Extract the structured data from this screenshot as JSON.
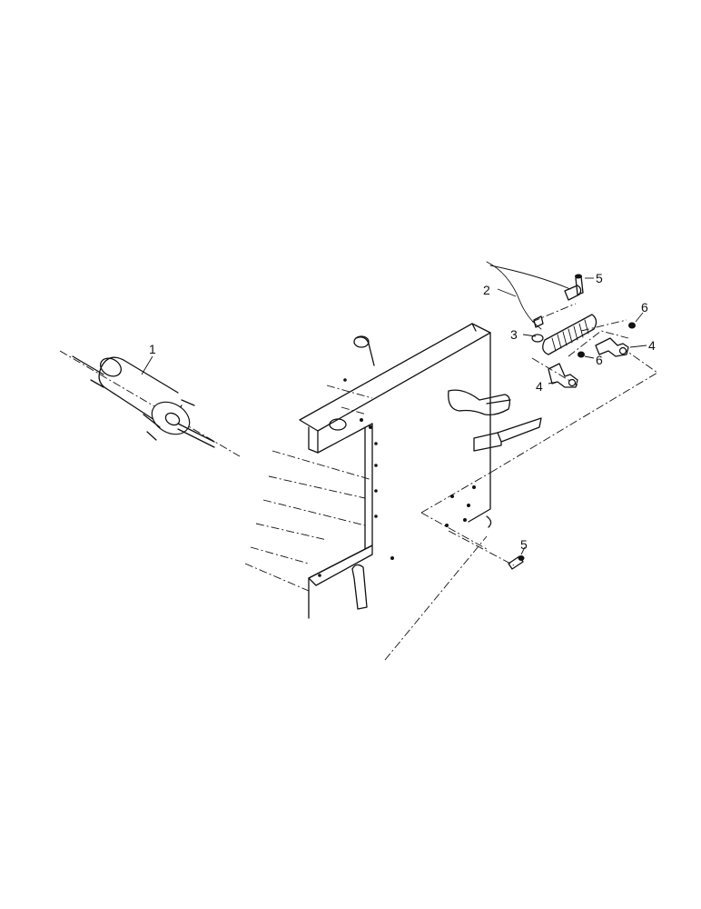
{
  "callouts": [
    {
      "id": "c1",
      "label": "1"
    },
    {
      "id": "c2",
      "label": "2"
    },
    {
      "id": "c3",
      "label": "3"
    },
    {
      "id": "c4a",
      "label": "4"
    },
    {
      "id": "c4b",
      "label": "4"
    },
    {
      "id": "c5a",
      "label": "5"
    },
    {
      "id": "c5b",
      "label": "5"
    },
    {
      "id": "c6a",
      "label": "6"
    },
    {
      "id": "c6b",
      "label": "6"
    }
  ]
}
